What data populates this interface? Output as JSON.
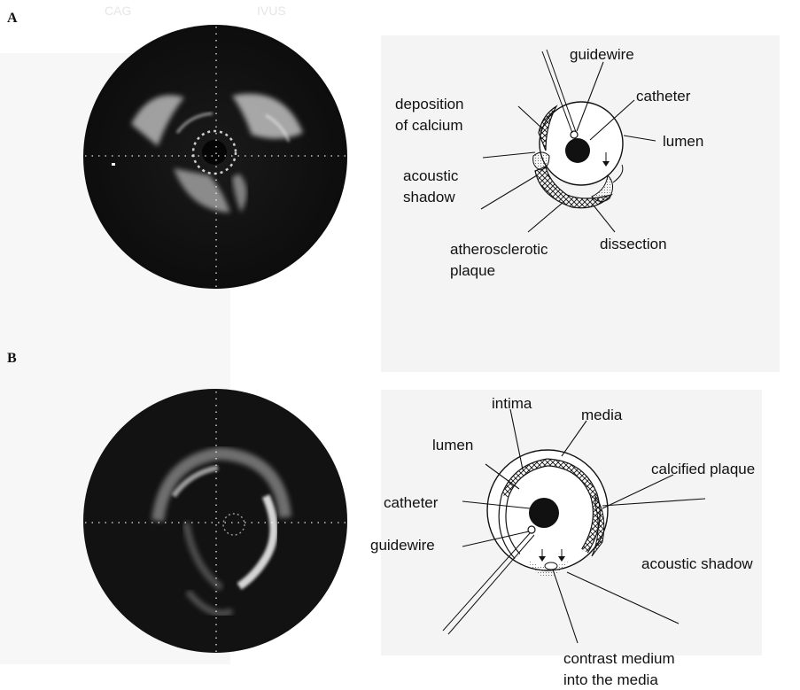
{
  "background_text": {
    "left": "CAG",
    "right": "IVUS"
  },
  "panels": [
    {
      "letter": "A",
      "labels": {
        "guidewire": "guidewire",
        "catheter": "catheter",
        "deposition1": "deposition",
        "deposition2": "of calcium",
        "lumen": "lumen",
        "shadow1": "acoustic",
        "shadow2": "shadow",
        "dissection": "dissection",
        "plaque1": "atherosclerotic",
        "plaque2": "plaque"
      }
    },
    {
      "letter": "B",
      "labels": {
        "intima": "intima",
        "media": "media",
        "lumen": "lumen",
        "calcified": "calcified plaque",
        "catheter": "catheter",
        "guidewire": "guidewire",
        "shadow": "acoustic shadow",
        "contrast1": "contrast medium",
        "contrast2": "into the media"
      }
    }
  ],
  "colors": {
    "ink": "#111111",
    "ivus_background": "#141414",
    "page": "#ffffff"
  }
}
